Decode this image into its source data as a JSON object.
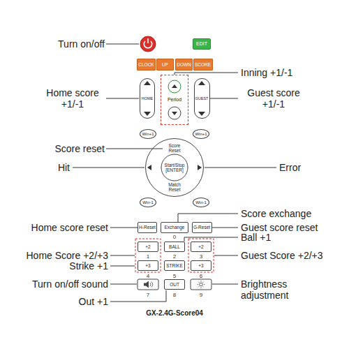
{
  "diagram": {
    "nodes": [
      {
        "text": [
          "GX-2.4G-Score04"
        ]
      },
      {
        "text": [
          "EDIT"
        ],
        "in": 0
      },
      {
        "text": [
          "CLOCK"
        ],
        "in": 0
      },
      {
        "text": [
          "UP"
        ],
        "in": 0
      },
      {
        "text": [
          "DOWN"
        ],
        "in": 0
      },
      {
        "text": [
          "SCORE"
        ],
        "in": 0
      },
      {
        "text": [
          "HOME"
        ],
        "in": 0
      },
      {
        "text": [
          "Period"
        ],
        "in": 0
      },
      {
        "text": [
          "GUEST"
        ],
        "in": 0
      },
      {
        "text": [
          "Win+1"
        ],
        "in": 0
      },
      {
        "text": [
          "Win+1"
        ],
        "in": 0
      },
      {
        "text": [
          "Score Reset",
          "Start/Stop [ENTER]",
          "Match Reset"
        ],
        "in": 0
      },
      {
        "text": [
          "Win-1"
        ],
        "in": 0
      },
      {
        "text": [
          "Win-1"
        ],
        "in": 0
      },
      {
        "text": [
          "H-Reset"
        ],
        "in": 0
      },
      {
        "text": [
          "Exchange"
        ],
        "in": 0
      },
      {
        "text": [
          "G-Reset"
        ],
        "in": 0
      },
      {
        "text": [
          "+2"
        ],
        "in": 0
      },
      {
        "text": [
          "BALL"
        ],
        "in": 0
      },
      {
        "text": [
          "+2"
        ],
        "in": 0
      },
      {
        "text": [
          "+3"
        ],
        "in": 0
      },
      {
        "text": [
          "STRIKE"
        ],
        "in": 0
      },
      {
        "text": [
          "+3"
        ],
        "in": 0
      },
      {
        "text": [
          "OUT"
        ],
        "in": 0
      }
    ],
    "labels": [
      "Turn on/off",
      "Inning +1/-1",
      "Home score +1/-1",
      "Guest score +1/-1",
      "Score reset",
      "Hit",
      "Error",
      "Score exchange",
      "Home score reset",
      "Guest score reset",
      "0",
      "Ball +1",
      "Home Score +2/+3",
      "1",
      "2",
      "3",
      "Guest Score +2/+3",
      "Strike +1",
      "4",
      "5",
      "6",
      "Turn on/off sound",
      "7",
      "8",
      "9",
      "Out +1",
      "Brightness adjustment"
    ]
  }
}
